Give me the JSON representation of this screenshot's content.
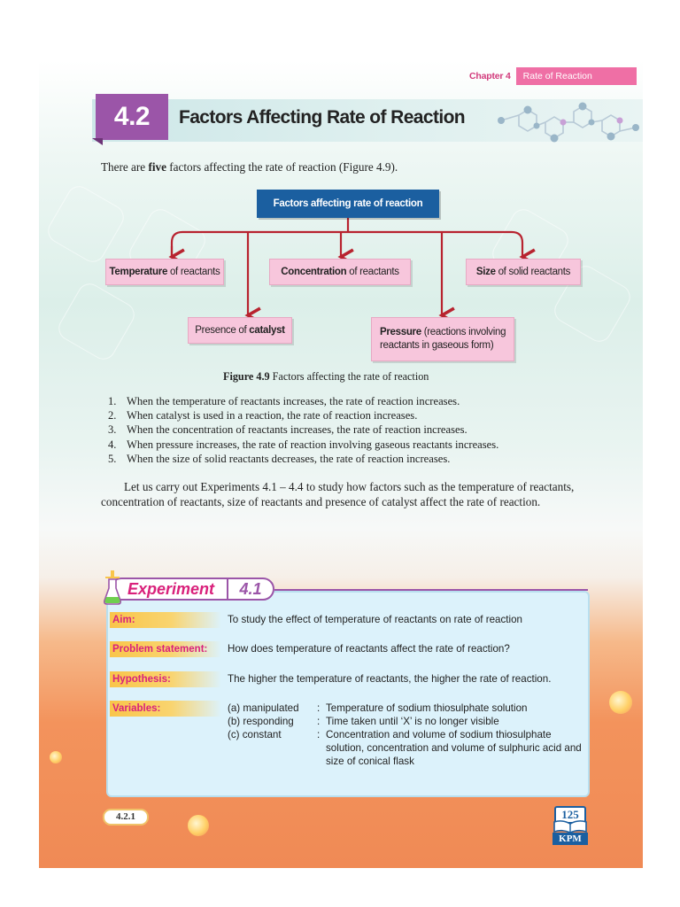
{
  "header": {
    "chapter": "Chapter 4",
    "topic": "Rate of Reaction"
  },
  "section": {
    "number": "4.2",
    "title": "Factors Affecting Rate of Reaction"
  },
  "intro": {
    "before": "There are ",
    "bold": "five",
    "after": " factors affecting the rate of reaction (Figure 4.9)."
  },
  "diagram": {
    "root": "Factors affecting rate of reaction",
    "temperature": {
      "bold": "Temperature",
      "rest": " of reactants"
    },
    "concentration": {
      "bold": "Concentration",
      "rest": " of reactants"
    },
    "size": {
      "bold": "Size",
      "rest": " of solid reactants"
    },
    "catalyst": {
      "pre": "Presence of ",
      "bold": "catalyst"
    },
    "pressure": {
      "bold": "Pressure",
      "rest": " (reactions involving reactants in gaseous form)"
    }
  },
  "figure": {
    "label": "Figure 4.9",
    "caption": "Factors affecting the rate of reaction"
  },
  "points": [
    {
      "num": "1.",
      "text": "When the temperature of reactants increases, the rate of reaction increases."
    },
    {
      "num": "2.",
      "text": "When catalyst is used in a reaction, the rate of reaction increases."
    },
    {
      "num": "3.",
      "text": "When the concentration of reactants increases, the rate of reaction increases."
    },
    {
      "num": "4.",
      "text": "When pressure increases, the rate of reaction involving gaseous reactants increases."
    },
    {
      "num": "5.",
      "text": "When the size of solid reactants decreases, the rate of reaction increases."
    }
  ],
  "closing": "Let us carry out Experiments 4.1 – 4.4 to study how factors such as the temperature of reactants, concentration of reactants, size of reactants and presence of catalyst affect the rate of reaction.",
  "experiment": {
    "label": "Experiment",
    "number": "4.1",
    "aim_label": "Aim:",
    "aim": "To study the effect of temperature of reactants on rate of reaction",
    "problem_label": "Problem statement:",
    "problem": "How does temperature of reactants affect the rate of reaction?",
    "hypothesis_label": "Hypothesis:",
    "hypothesis": "The higher the temperature of reactants, the higher the rate of reaction.",
    "variables_label": "Variables:",
    "variables": [
      {
        "label": "(a) manipulated",
        "sep": ":",
        "value": "Temperature of sodium thiosulphate solution"
      },
      {
        "label": "(b) responding",
        "sep": ":",
        "value": "Time taken until ‘X’ is no longer visible"
      },
      {
        "label": "(c) constant",
        "sep": ":",
        "value": "Concentration and volume of sodium thiosulphate solution, concentration and volume of sulphuric acid and size of conical flask"
      }
    ]
  },
  "footer": {
    "code": "4.2.1",
    "page": "125",
    "publisher": "KPM"
  },
  "colors": {
    "accent_purple": "#9b55a8",
    "accent_pink": "#d9217b",
    "root_blue": "#1b5fa0",
    "arrow_red": "#b8232f",
    "box_pink": "#f7c6dc",
    "label_yellow": "#f9c54a"
  },
  "icons": [
    "molecule-illustration",
    "flask-icon",
    "book-icon"
  ]
}
